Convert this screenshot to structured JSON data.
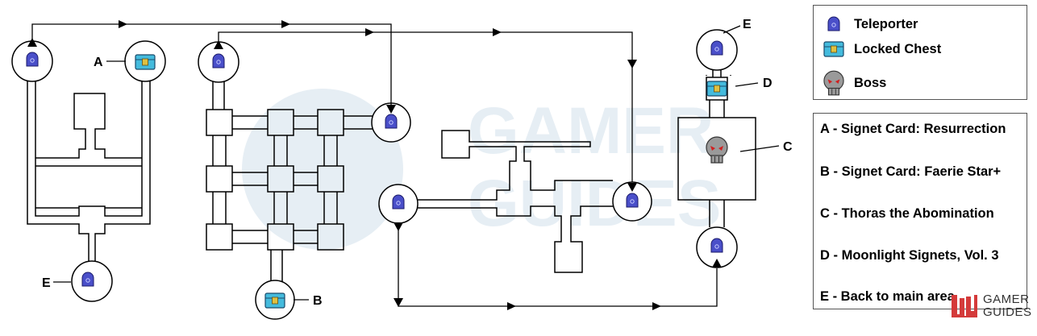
{
  "colors": {
    "teleporter": "#4a4fc9",
    "chest": "#44bbdd",
    "chest_lock": "#e0c040",
    "boss": "#9a9a9a",
    "boss_eyes": "#d02020",
    "watermark": "#e6eef4",
    "line": "#000000"
  },
  "icons": {
    "teleporter": "teleporter-icon",
    "chest": "locked-chest-icon",
    "boss": "boss-skull-icon"
  },
  "legend": {
    "items": [
      {
        "icon": "teleporter",
        "label": "Teleporter"
      },
      {
        "icon": "chest",
        "label": "Locked Chest"
      },
      {
        "icon": "boss",
        "label": "Boss"
      }
    ]
  },
  "key": {
    "lines": [
      "A - Signet Card: Resurrection",
      "B - Signet Card: Faerie Star+",
      "C - Thoras the Abomination",
      "D - Moonlight Signets, Vol. 3",
      "E - Back to main area"
    ]
  },
  "map_labels": {
    "a": "A",
    "b": "B",
    "c": "C",
    "d": "D",
    "e_top": "E",
    "e_bottom": "E"
  },
  "watermark": {
    "line1": "GAMER",
    "line2": "GUIDES"
  },
  "brand": {
    "line1": "GAMER",
    "line2": "GUIDES"
  }
}
